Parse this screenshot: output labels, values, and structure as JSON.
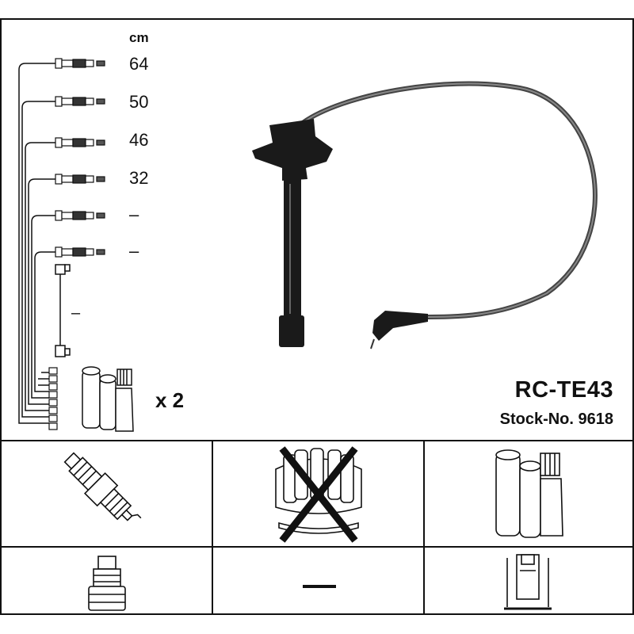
{
  "unit": "cm",
  "lengths": [
    "64",
    "50",
    "46",
    "32",
    "–",
    "–"
  ],
  "coil_wire_length": "–",
  "quantity": "x 2",
  "part_number": "RC-TE43",
  "stock_number": "Stock-No. 9618",
  "colors": {
    "line": "#111111",
    "cable": "#555555",
    "background": "#ffffff"
  },
  "icons": {
    "cell_1": "spark-plug-icon",
    "cell_2": "distributor-cap-crossed-icon",
    "cell_3": "ignition-coil-icon",
    "cell_4": "boot-connector-icon",
    "cell_5": "dash",
    "cell_6": "coil-terminal-icon"
  }
}
